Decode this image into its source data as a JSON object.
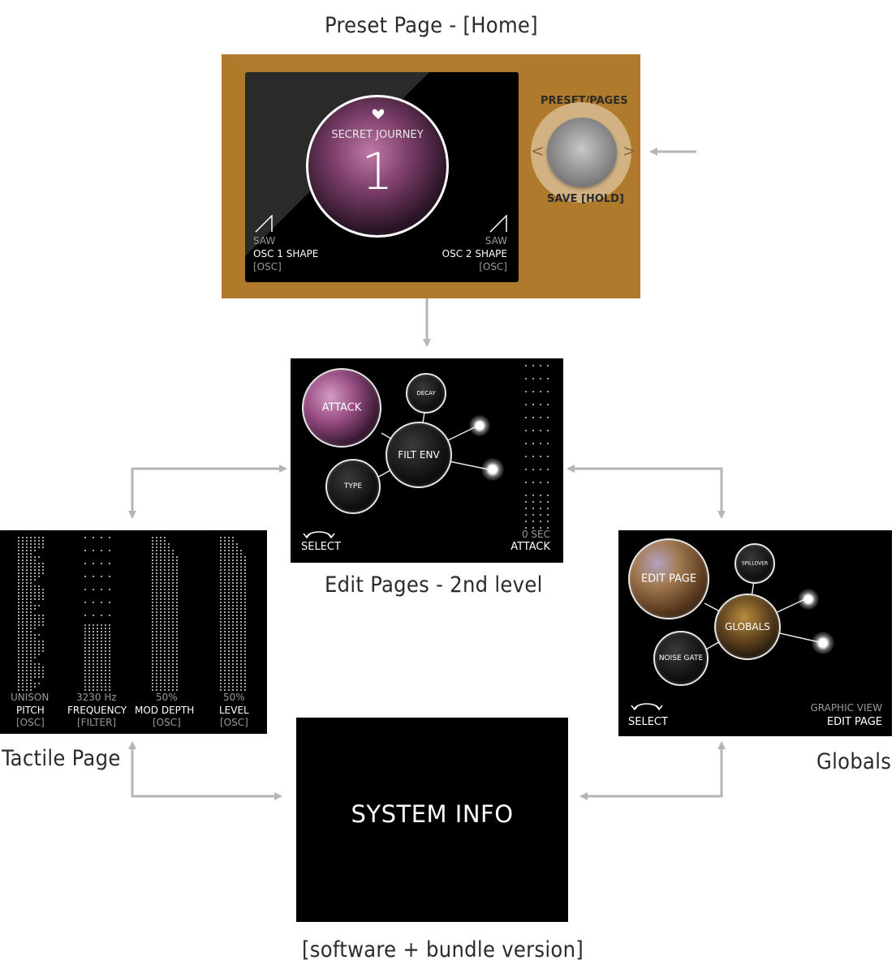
{
  "headings": {
    "preset": "Preset Page - [Home]",
    "edit": "Edit Pages - 2nd level",
    "tactile": "Tactile Page",
    "globals": "Globals",
    "sysinfo_caption": "[software + bundle version]"
  },
  "preset_page": {
    "preset_name": "SECRET JOURNEY",
    "preset_number": "1",
    "left_param": {
      "value": "SAW",
      "name": "OSC 1 SHAPE",
      "group": "[OSC]"
    },
    "right_param": {
      "value": "SAW",
      "name": "OSC 2 SHAPE",
      "group": "[OSC]"
    },
    "knob_top_label": "PRESET/PAGES",
    "knob_bottom_label": "SAVE [HOLD]",
    "knob_left_glyph": "<",
    "knob_right_glyph": ">",
    "panel_color": "#b07a2c",
    "icons": [
      "heart-icon",
      "saw-wave-icon"
    ]
  },
  "edit_page": {
    "nodes": {
      "main": "FILT ENV",
      "selected": "ATTACK",
      "decay": "DECAY",
      "type": "TYPE"
    },
    "select_label": "SELECT",
    "value": "0 SEC",
    "param": "ATTACK",
    "accent_color": "#c07aa8"
  },
  "tactile_page": {
    "columns": [
      {
        "value": "UNISON",
        "name": "PITCH",
        "group": "[OSC]"
      },
      {
        "value": "3230 Hz",
        "name": "FREQUENCY",
        "group": "[FILTER]"
      },
      {
        "value": "50%",
        "name": "MOD DEPTH",
        "group": "[OSC]"
      },
      {
        "value": "50%",
        "name": "LEVEL",
        "group": "[OSC]"
      }
    ]
  },
  "globals_page": {
    "nodes": {
      "main": "GLOBALS",
      "selected": "EDIT PAGE",
      "spillover": "SPILLOVER",
      "noise_gate": "NOISE GATE"
    },
    "select_label": "SELECT",
    "view_label": "GRAPHIC VIEW",
    "page_label": "EDIT PAGE",
    "accent_color": "#c9913a"
  },
  "system_info": {
    "title": "SYSTEM INFO"
  }
}
